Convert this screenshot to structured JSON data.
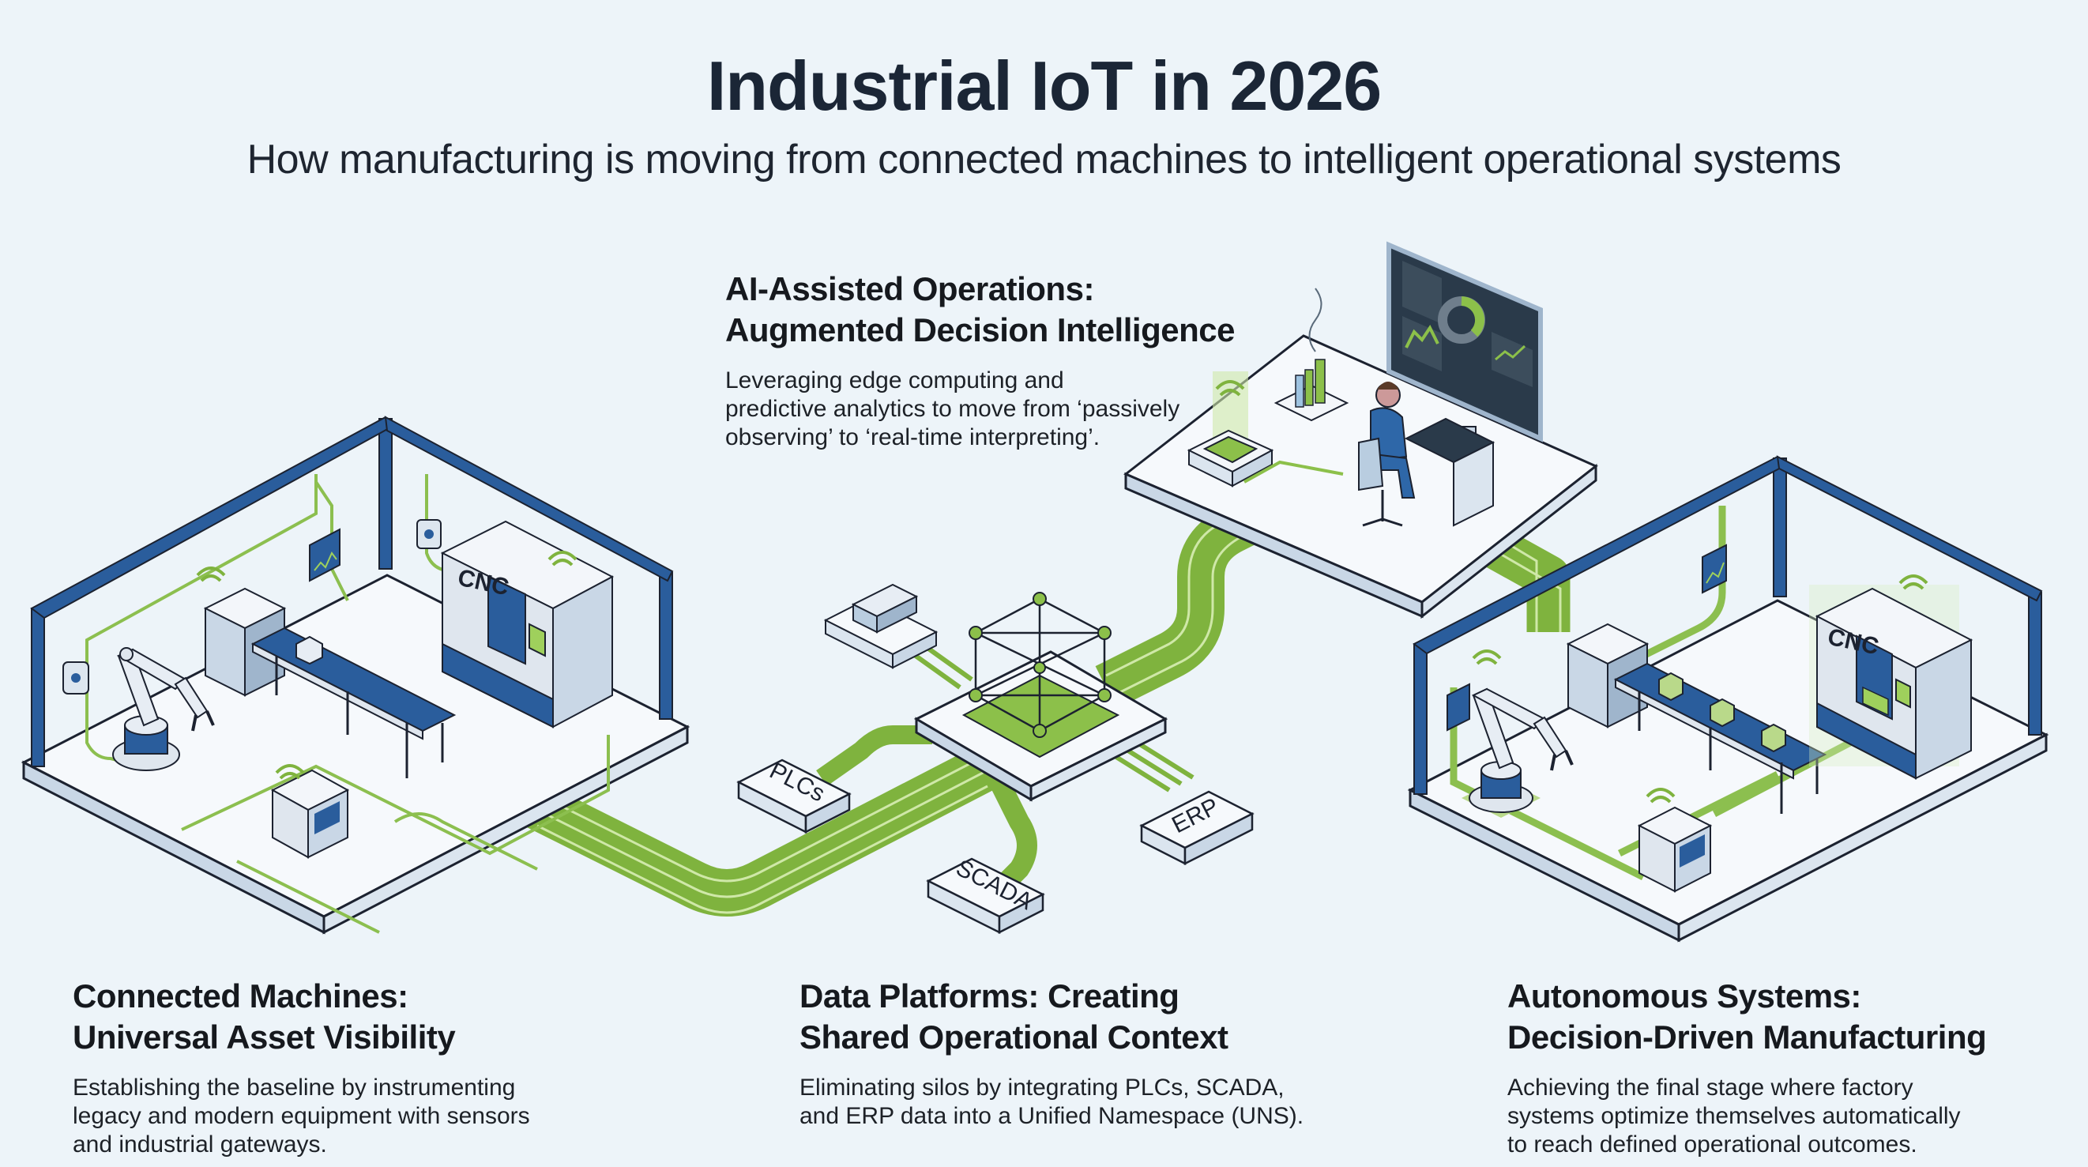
{
  "header": {
    "title": "Industrial IoT in 2026",
    "subtitle": "How manufacturing is moving from connected machines to intelligent operational systems"
  },
  "stages": [
    {
      "id": "connected-machines",
      "title_line1": "Connected Machines:",
      "title_line2": "Universal Asset Visibility",
      "desc_lines": [
        "Establishing the baseline by instrumenting",
        "legacy and modern equipment with sensors",
        "and industrial gateways."
      ]
    },
    {
      "id": "data-platforms",
      "title_line1": "Data Platforms: Creating",
      "title_line2": "Shared Operational Context",
      "desc_lines": [
        "Eliminating silos by integrating PLCs, SCADA,",
        "and ERP data into a Unified Namespace (UNS)."
      ]
    },
    {
      "id": "ai-assisted",
      "title_line1": "AI-Assisted Operations:",
      "title_line2": "Augmented Decision Intelligence",
      "desc_lines": [
        "Leveraging edge computing and",
        "predictive analytics to move from ‘passively",
        "observing’ to ‘real-time interpreting’."
      ]
    },
    {
      "id": "autonomous",
      "title_line1": "Autonomous Systems:",
      "title_line2": "Decision-Driven Manufacturing",
      "desc_lines": [
        "Achieving the final stage where factory",
        "systems optimize themselves automatically",
        "to reach defined operational outcomes."
      ]
    }
  ],
  "diagram": {
    "source_labels": {
      "plcs": "PLCs",
      "scada": "SCADA",
      "erp": "ERP"
    },
    "machine_labels": {
      "cnc_left": "CNC",
      "cnc_right": "CNC"
    },
    "icons": [
      "factory-frame",
      "robot-arm",
      "conveyor-belt",
      "cnc-machine",
      "wifi-signal",
      "industrial-gateway",
      "sensor-box",
      "uns-hub",
      "server-rack",
      "dashboard-monitor",
      "operator-workstation",
      "edge-chip"
    ]
  },
  "colors": {
    "background": "#edf4f9",
    "frame_blue": "#2a5d9c",
    "data_green": "#7fb33e",
    "light_green": "#b9d98a",
    "machine_gray": "#dfe6ee",
    "text_dark": "#16191e"
  }
}
